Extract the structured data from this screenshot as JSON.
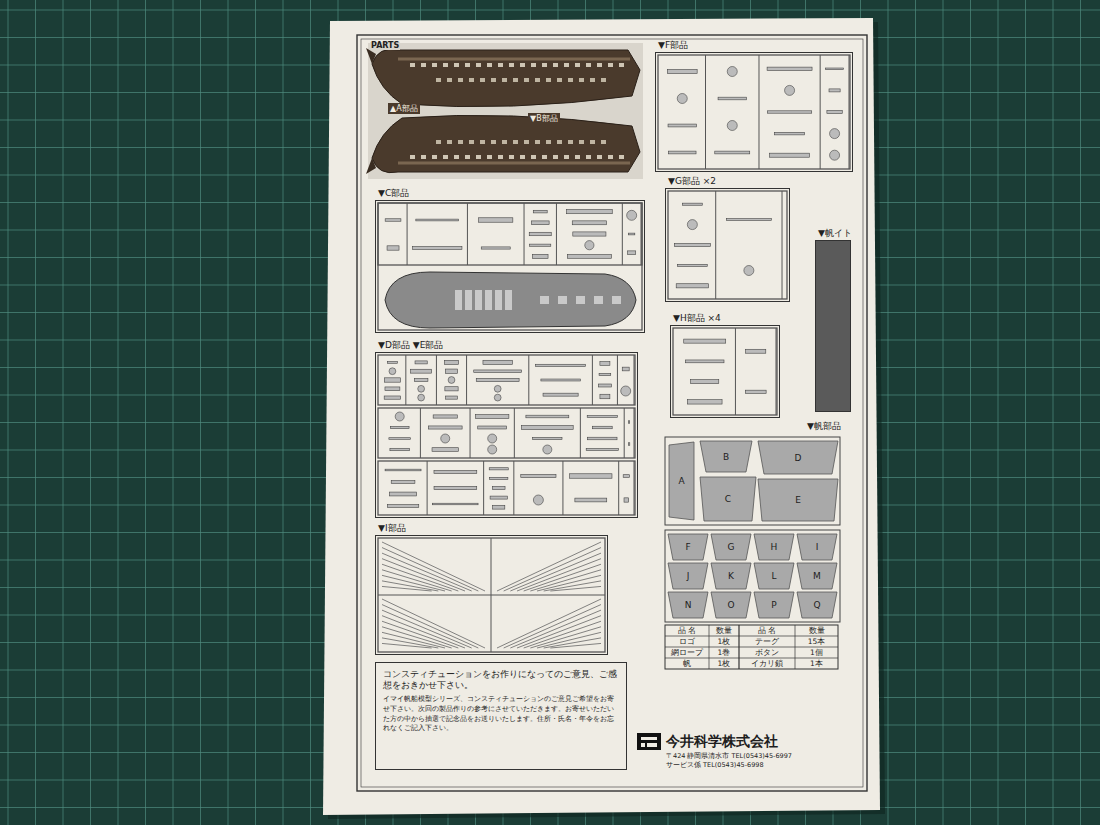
{
  "diagram": {
    "title": "PARTS",
    "nodes": [
      {
        "text": [
          "▲A部品",
          "▼B部品"
        ]
      },
      {
        "text": [
          "▼F部品"
        ]
      },
      {
        "text": [
          "▼C部品"
        ]
      },
      {
        "text": [
          "▼G部品 ×2"
        ]
      },
      {
        "text": [
          "▼帆イト"
        ]
      },
      {
        "text": [
          "▼H部品 ×4"
        ]
      },
      {
        "text": [
          "▼D部品 ▼E部品"
        ]
      },
      {
        "text": [
          "▼I部品"
        ]
      },
      {
        "text": [
          "▼帆部品"
        ]
      },
      {
        "text": [
          "コンスティチューションをお作りになってのご意見、ご感想をおきかせ下さい。",
          "イマイ帆船模型シリーズ、コンスティチューションのご意見ご希望をお寄せ下さい。次回の製品作りの参考にさせていただきます。お寄せいただいた方の中から抽選で記念品をお送りいたします。住所・氏名・年令をお忘れなくご記入下さい。"
        ]
      }
    ],
    "labels": [
      "A",
      "B",
      "C",
      "D",
      "E",
      "F",
      "G",
      "H",
      "I",
      "J",
      "K",
      "L",
      "M",
      "N",
      "O",
      "P",
      "Q",
      "品 名",
      "数量",
      "品 名",
      "数量",
      "ロゴ",
      "1枚",
      "テーグ",
      "15本",
      "網ロープ",
      "1巻",
      "ボタン",
      "1個",
      "帆",
      "1枚",
      "イカリ鎖",
      "1本",
      "今井科学株式会社",
      "〒424 静岡県清水市 TEL(0543)45-6997",
      "サービス係 TEL(0543)45-6998"
    ]
  }
}
